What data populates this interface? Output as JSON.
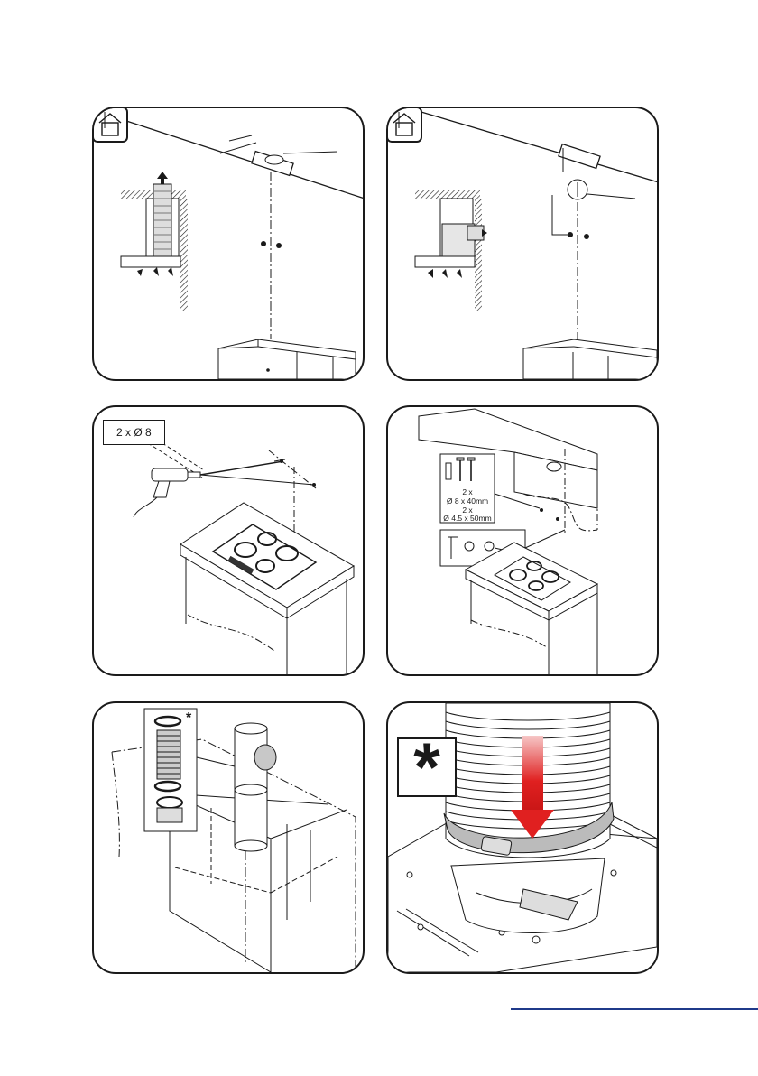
{
  "panels": {
    "p3": {
      "drill_label": "2 x Ø 8"
    },
    "p4": {
      "screw_text": {
        "line1": "2 x",
        "line2": "Ø 8 x 40mm",
        "line3": "2 x",
        "line4": "Ø 4.5 x 50mm"
      }
    },
    "p5": {
      "asterisk": "*"
    },
    "p6": {
      "asterisk": "*"
    }
  },
  "colors": {
    "frame": "#1a1a1a",
    "arrow": "#e02020",
    "footer_line": "#1f3a8a"
  },
  "icons": [
    "house-icon",
    "drill-icon",
    "hob-icon",
    "duct-icon",
    "clamp-icon",
    "down-arrow-icon"
  ]
}
